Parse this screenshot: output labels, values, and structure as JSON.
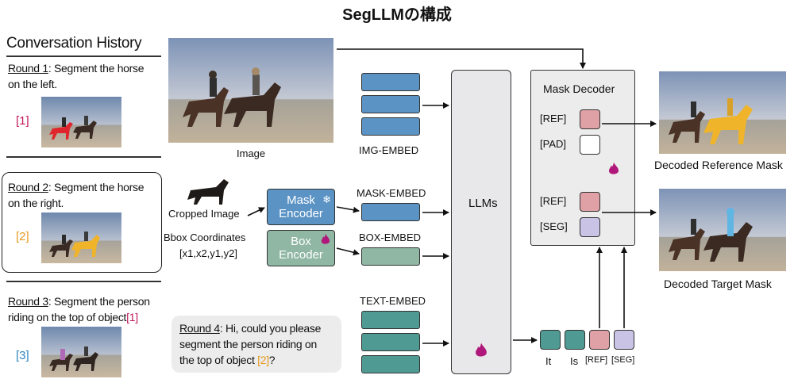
{
  "title": "SegLLMの構成",
  "history": {
    "title": "Conversation History",
    "rounds": [
      {
        "tag": "Round 1",
        "text": ": Segment the horse",
        "text2": "on the left.",
        "index": "[1]"
      },
      {
        "tag": "Round 2",
        "text": ": Segment the horse",
        "text2": "on the right.",
        "index": "[2]"
      },
      {
        "tag": "Round 3",
        "text": ": Segment the person",
        "text2": "riding on the top of object",
        "ref": "[1]",
        "index": "[3]"
      }
    ]
  },
  "image_label": "Image",
  "cropped_label": "Cropped Image",
  "bbox_label": "Bbox Coordinates",
  "bbox_value": "[x1,x2,y1,y2]",
  "encoders": {
    "mask": {
      "line1": "Mask",
      "line2": "Encoder"
    },
    "box": {
      "line1": "Box",
      "line2": "Encoder"
    }
  },
  "embeds": {
    "img": "IMG-EMBED",
    "mask": "MASK-EMBED",
    "box": "BOX-EMBED",
    "text": "TEXT-EMBED"
  },
  "round4": {
    "tag": "Round 4",
    "text": ": Hi, could you please segment the person riding on the top of object ",
    "ref": "[2]",
    "end": "?"
  },
  "llm_label": "LLMs",
  "decoder": {
    "title": "Mask Decoder",
    "slots": [
      "[REF]",
      "[PAD]",
      "[REF]",
      "[SEG]"
    ]
  },
  "tokens": [
    "It",
    "Is",
    "[REF]",
    "[SEG]"
  ],
  "outputs": {
    "reference": "Decoded Reference Mask",
    "target": "Decoded Target Mask"
  },
  "colors": {
    "round1_index": "#c2185b",
    "round2_index": "#e69a1e",
    "round3_index": "#2e86c1",
    "flame": "#b0177a"
  }
}
